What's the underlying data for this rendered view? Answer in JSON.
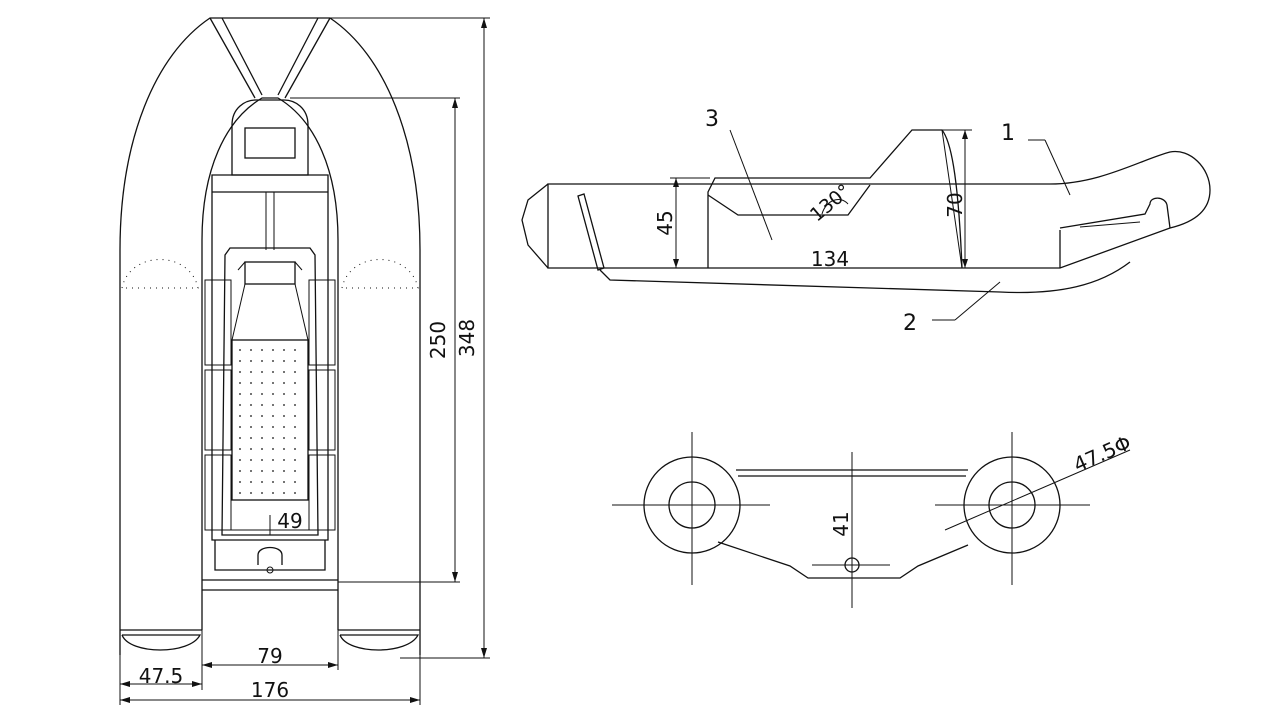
{
  "top_view": {
    "dimensions": {
      "overall_length": "348",
      "hull_length": "250",
      "overall_width": "176",
      "inner_width": "79",
      "tube_diameter": "47.5",
      "floor_width": "49"
    }
  },
  "side_view": {
    "dimensions": {
      "transom_height": "45",
      "height": "70",
      "floor_length": "134",
      "angle": "130°"
    },
    "callouts": [
      "1",
      "2",
      "3"
    ]
  },
  "section_view": {
    "dimensions": {
      "depth": "41",
      "tube_diameter": "47.5Φ"
    }
  },
  "colors": {
    "line": "#111111",
    "background": "#ffffff"
  }
}
